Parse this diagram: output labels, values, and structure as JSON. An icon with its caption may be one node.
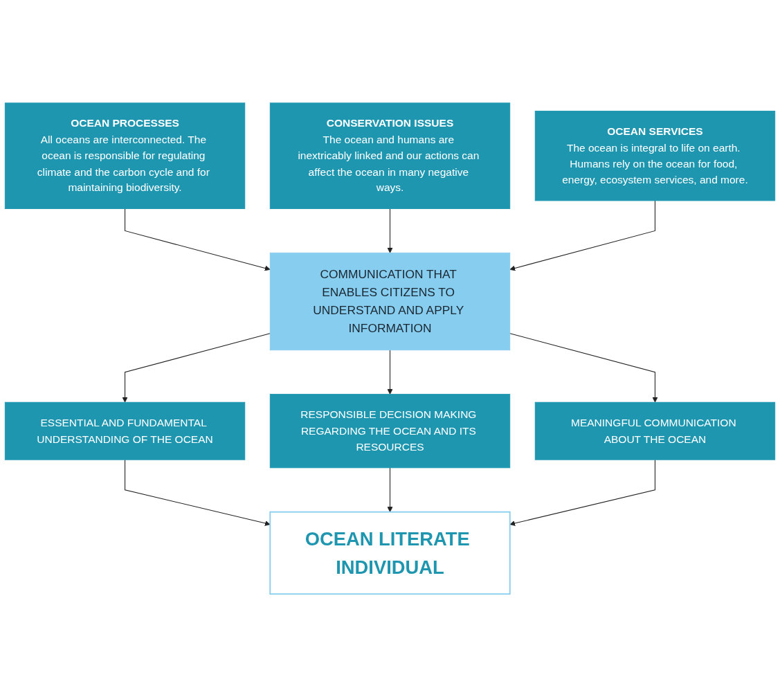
{
  "diagram": {
    "nodes": [
      {
        "text": [
          "OCEAN PROCESSES",
          "All oceans are interconnected. The ocean is responsible for regulating climate and the carbon cycle and for maintaining biodiversity."
        ]
      },
      {
        "text": [
          "CONSERVATION ISSUES",
          "The ocean and humans are inextricably linked and our actions can affect the ocean in many negative ways."
        ]
      },
      {
        "text": [
          "OCEAN SERVICES",
          "The ocean is integral to life on earth. Humans rely on the ocean for food, energy, ecosystem services, and more."
        ]
      },
      {
        "text": [
          "COMMUNICATION THAT ENABLES CITIZENS TO UNDERSTAND AND APPLY INFORMATION"
        ]
      },
      {
        "text": [
          "ESSENTIAL AND FUNDAMENTAL UNDERSTANDING OF THE OCEAN"
        ]
      },
      {
        "text": [
          "RESPONSIBLE DECISION MAKING REGARDING THE OCEAN AND ITS RESOURCES"
        ]
      },
      {
        "text": [
          "MEANINGFUL COMMUNICATION ABOUT THE OCEAN"
        ]
      },
      {
        "text": [
          "OCEAN LITERATE INDIVIDUAL"
        ]
      }
    ],
    "edges": [
      {
        "from": 0,
        "to": 3,
        "arrow": "to"
      },
      {
        "from": 1,
        "to": 3,
        "arrow": "to"
      },
      {
        "from": 2,
        "to": 3,
        "arrow": "to"
      },
      {
        "from": 3,
        "to": 4,
        "arrow": "to"
      },
      {
        "from": 3,
        "to": 5,
        "arrow": "to"
      },
      {
        "from": 3,
        "to": 6,
        "arrow": "to"
      },
      {
        "from": 4,
        "to": 7,
        "arrow": "to"
      },
      {
        "from": 5,
        "to": 7,
        "arrow": "to"
      },
      {
        "from": 6,
        "to": 7,
        "arrow": "to"
      }
    ]
  }
}
